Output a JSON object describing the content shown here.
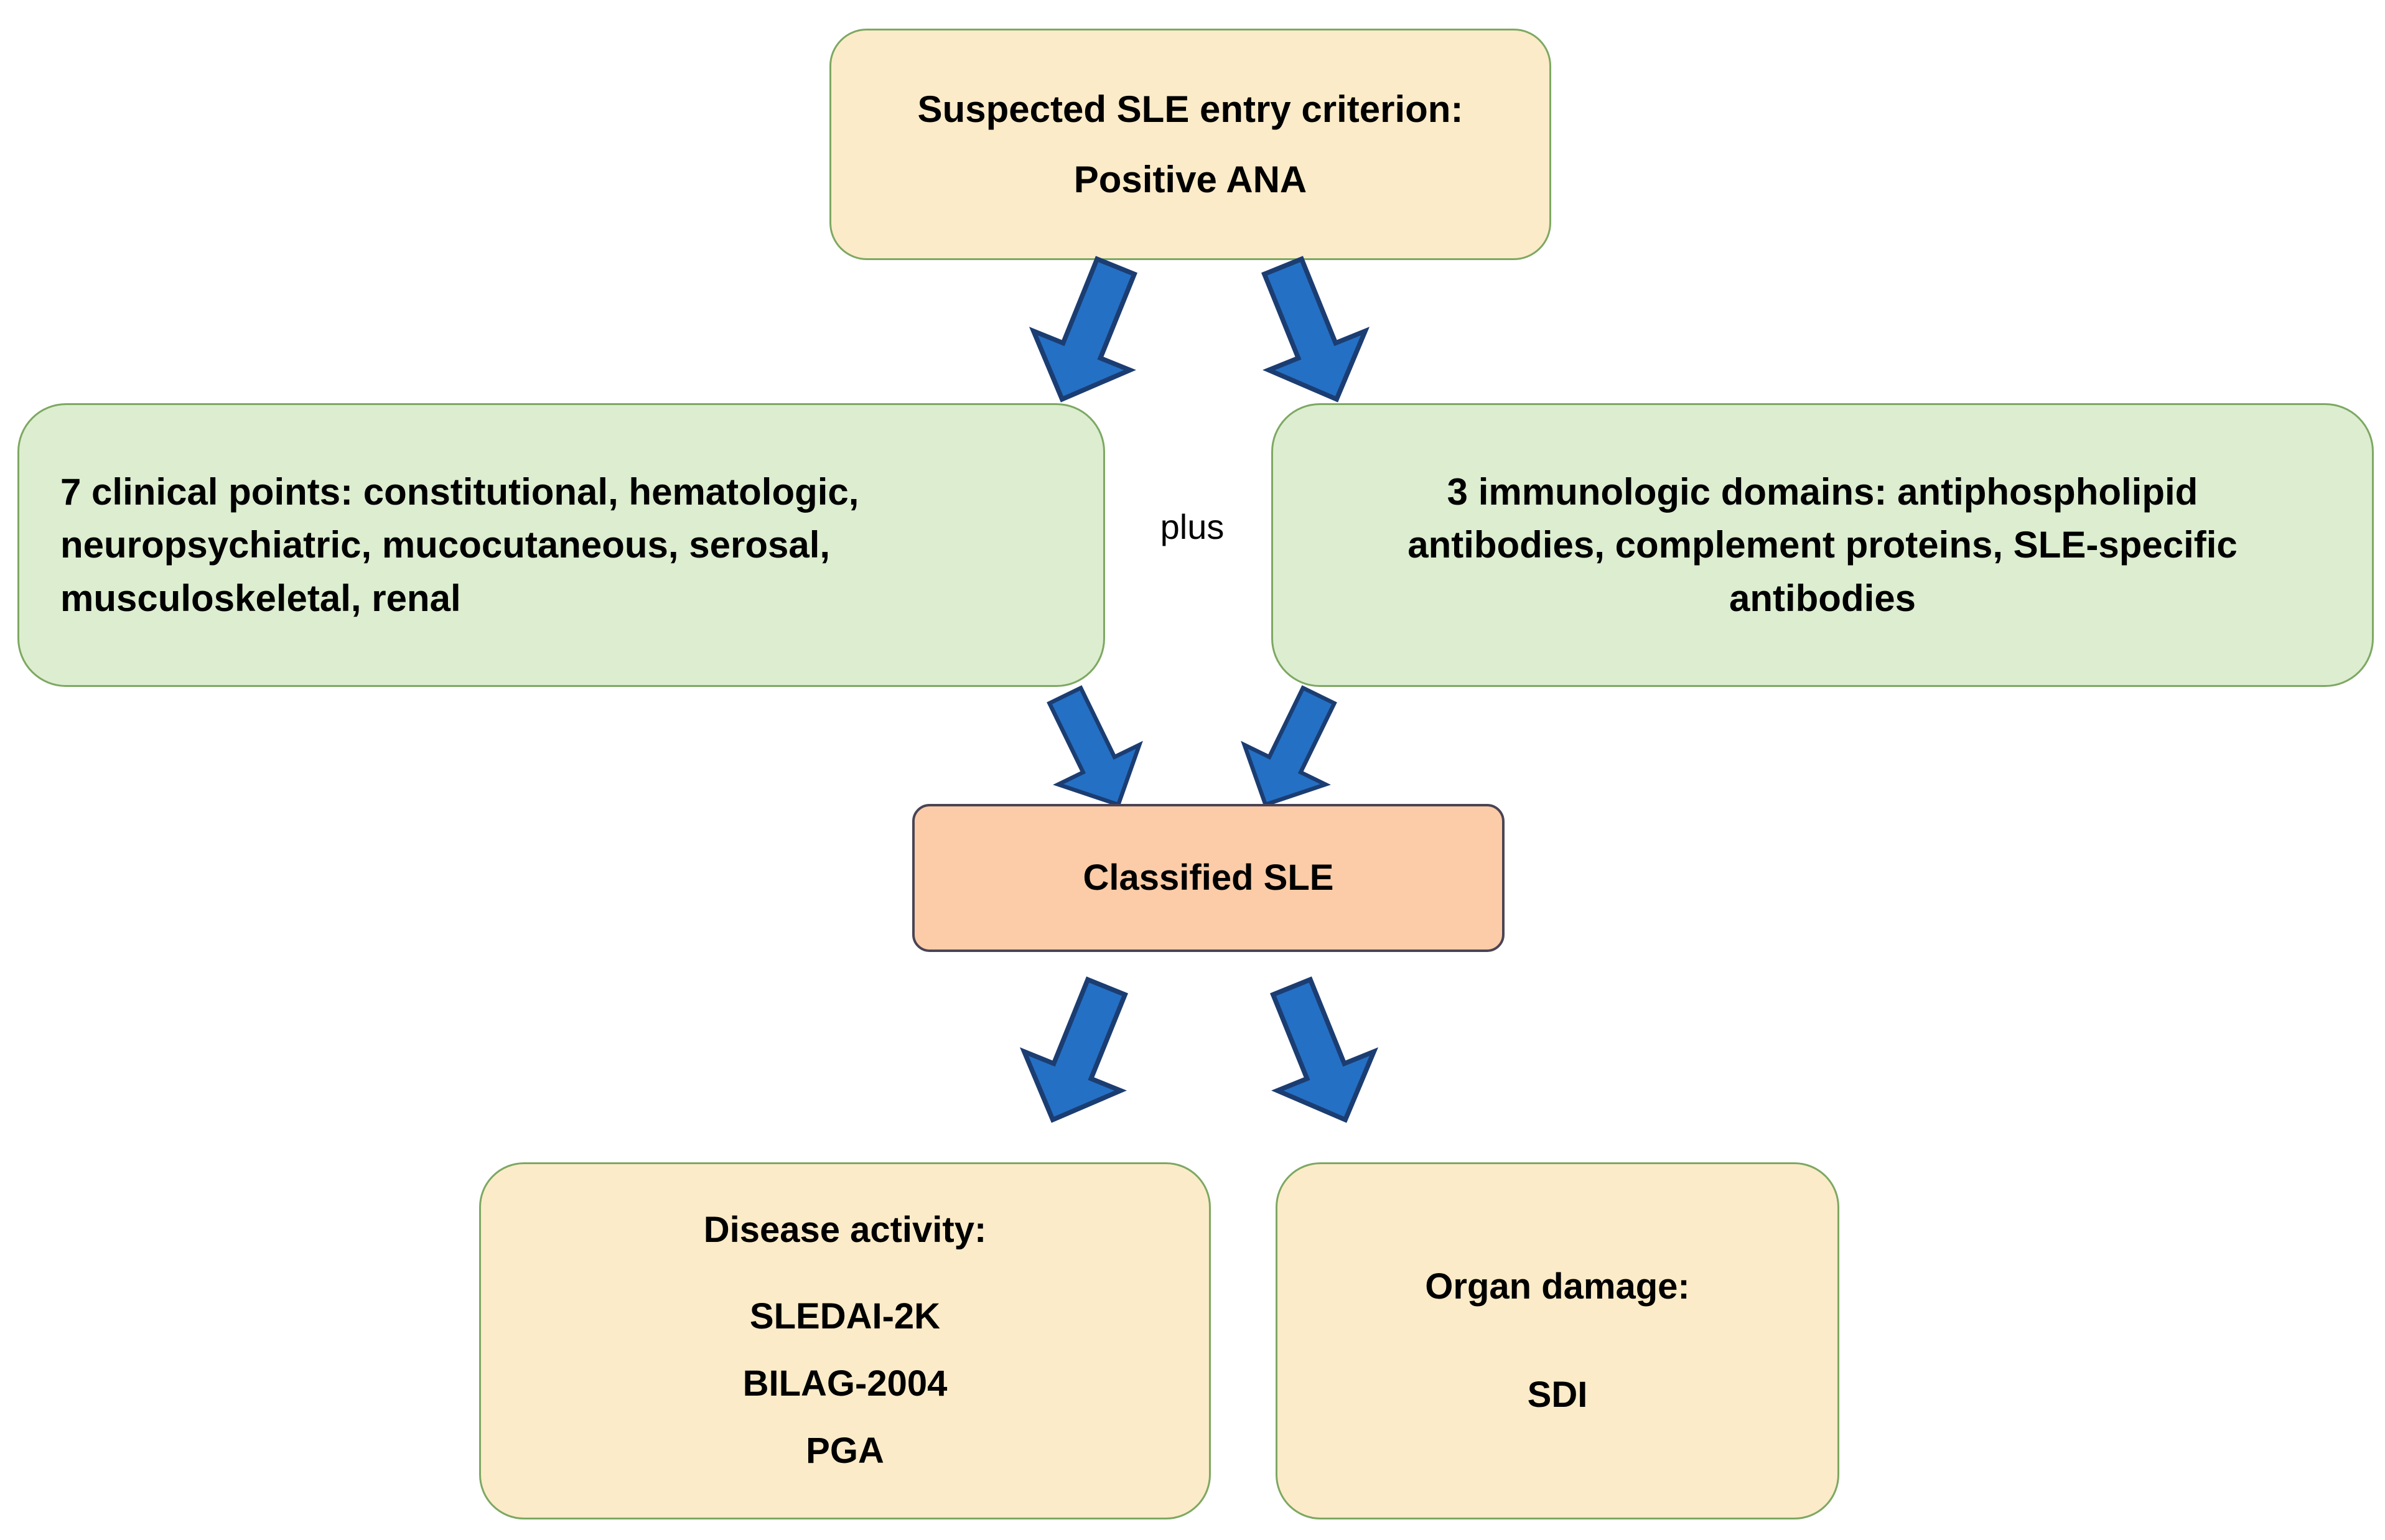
{
  "diagram": {
    "title": "SLE classification and assessment flowchart",
    "colors": {
      "yellow_fill": "#FBEBC8",
      "green_fill": "#DCEDD0",
      "orange_fill": "#FBCCA7",
      "box_border_green": "#7DA862",
      "box_border_dark": "#4A4455",
      "arrow_fill": "#2470C4",
      "arrow_stroke": "#1B3D72",
      "text": "#000000",
      "background": "#FFFFFF"
    }
  },
  "nodes": {
    "entry": {
      "line1": "Suspected SLE entry criterion:",
      "line2": "Positive ANA"
    },
    "clinical": {
      "line1": "7 clinical points: constitutional, hematologic,",
      "line2": "neuropsychiatric, mucocutaneous, serosal,",
      "line3": "musculoskeletal, renal"
    },
    "immunologic": {
      "line1": "3 immunologic domains: antiphospholipid",
      "line2": "antibodies, complement proteins, SLE-specific",
      "line3": "antibodies"
    },
    "classified": {
      "label": "Classified SLE"
    },
    "disease_activity": {
      "title": "Disease activity:",
      "item1": "SLEDAI-2K",
      "item2": "BILAG-2004",
      "item3": "PGA"
    },
    "organ_damage": {
      "title": "Organ damage:",
      "item1": "SDI"
    }
  },
  "connectors": {
    "plus_label": "plus",
    "arrows": [
      {
        "name": "entry-to-clinical",
        "from": "entry",
        "to": "clinical",
        "direction": "down-left"
      },
      {
        "name": "entry-to-immunologic",
        "from": "entry",
        "to": "immunologic",
        "direction": "down-right"
      },
      {
        "name": "clinical-to-classified",
        "from": "clinical",
        "to": "classified",
        "direction": "down-right"
      },
      {
        "name": "immunologic-to-classified",
        "from": "immunologic",
        "to": "classified",
        "direction": "down-left"
      },
      {
        "name": "classified-to-disease-activity",
        "from": "classified",
        "to": "disease_activity",
        "direction": "down-left"
      },
      {
        "name": "classified-to-organ-damage",
        "from": "classified",
        "to": "organ_damage",
        "direction": "down-right"
      }
    ]
  }
}
